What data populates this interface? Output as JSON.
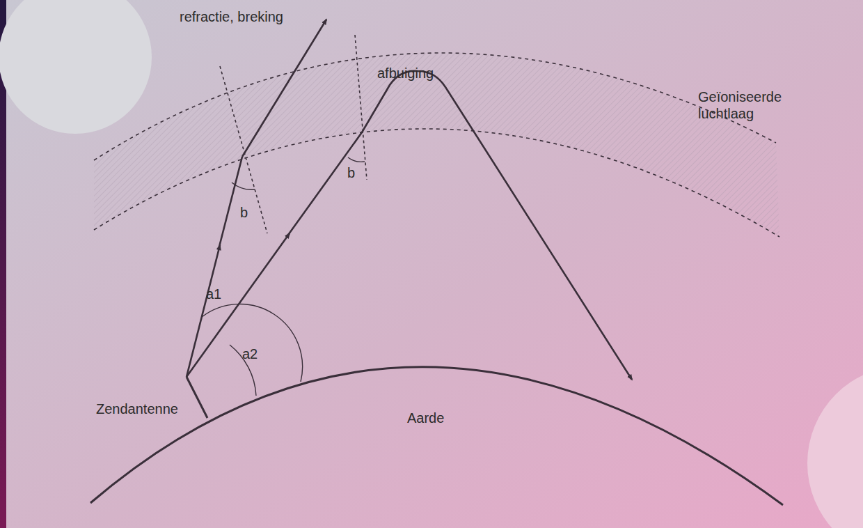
{
  "diagram": {
    "labels": [
      "refractie, breking",
      "afbuiging",
      "Geïoniseerde luchtlaag",
      "b",
      "b",
      "a1",
      "a2",
      "Zendantenne",
      "Aarde"
    ]
  }
}
